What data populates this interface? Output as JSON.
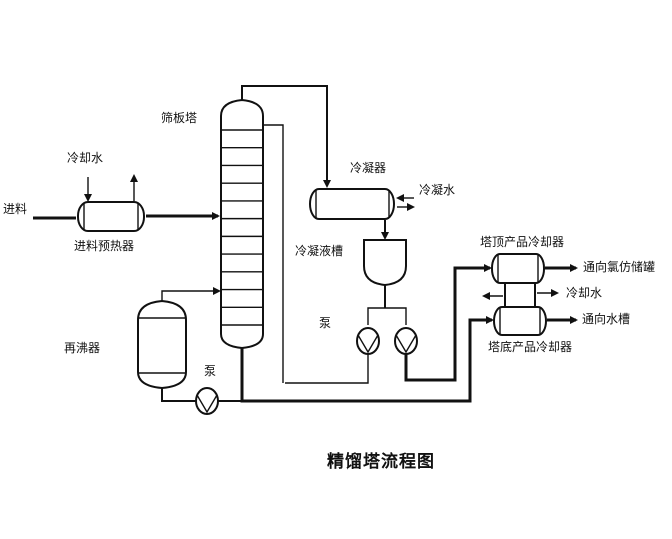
{
  "title": "精馏塔流程图",
  "labels": {
    "feed": "进料",
    "preheater_cooling_water": "冷却水",
    "feed_preheater": "进料预热器",
    "sieve_tray_column": "筛板塔",
    "condenser": "冷凝器",
    "condenser_water": "冷凝水",
    "condensate_tank": "冷凝液槽",
    "top_product_cooler": "塔顶产品冷却器",
    "to_chloroform_tank": "通向氯仿储罐",
    "product_cooling_water": "冷却水",
    "to_water_tank": "通向水槽",
    "bottom_product_cooler": "塔底产品冷却器",
    "reboiler": "再沸器",
    "pump_reflux": "泵",
    "pump_reboiler": "泵"
  },
  "equipment": [
    "进料预热器",
    "筛板塔",
    "冷凝器",
    "冷凝液槽",
    "泵",
    "泵",
    "泵",
    "再沸器",
    "塔顶产品冷却器",
    "塔底产品冷却器"
  ],
  "column": {
    "tray_count": 12
  }
}
